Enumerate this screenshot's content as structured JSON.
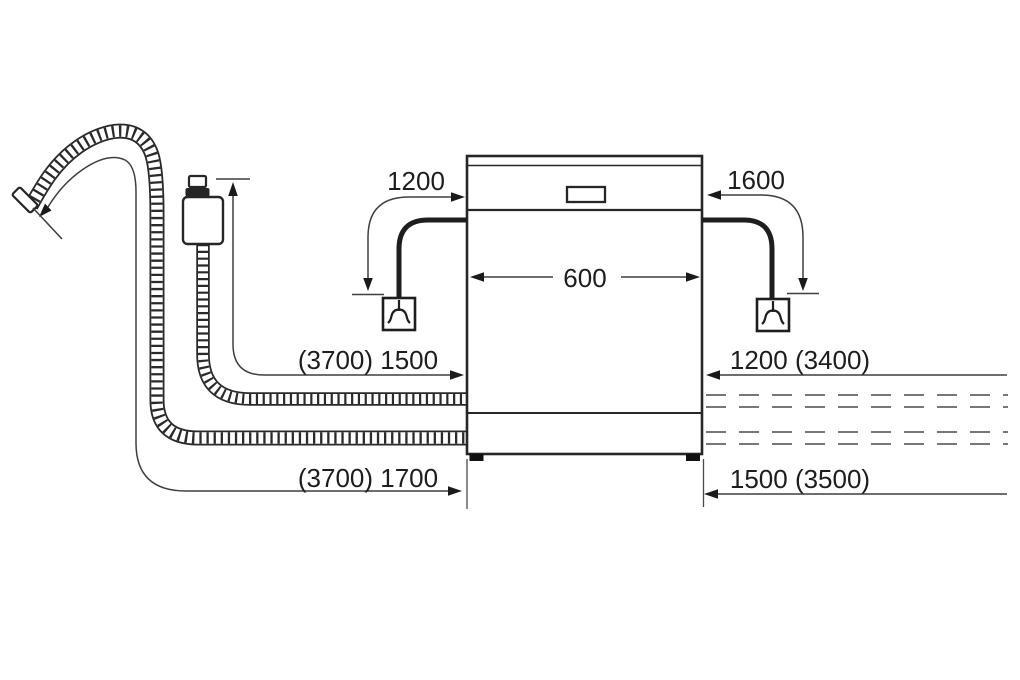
{
  "diagram": {
    "type": "appliance-installation-diagram",
    "subject": "Dishwasher hose and power-cord installation lengths (mm)",
    "colors": {
      "background": "#ffffff",
      "outline": "#262626",
      "dimension_line": "#3f3f3f",
      "dashed_line": "#777777",
      "text": "#1d1d1d"
    },
    "labels": {
      "power_cord_left": "1200",
      "power_cord_right": "1600",
      "appliance_width": "600",
      "inlet_hose_left": "(3700) 1500",
      "inlet_hose_right": "1200 (3400)",
      "drain_hose_left": "(3700) 1700",
      "drain_hose_right": "1500 (3500)"
    },
    "icons": {
      "socket_left": "socket-outlet-icon",
      "socket_right": "socket-outlet-icon",
      "water_valve": "aquastop-valve-icon",
      "drain_end": "drain-hose-end-icon"
    }
  }
}
